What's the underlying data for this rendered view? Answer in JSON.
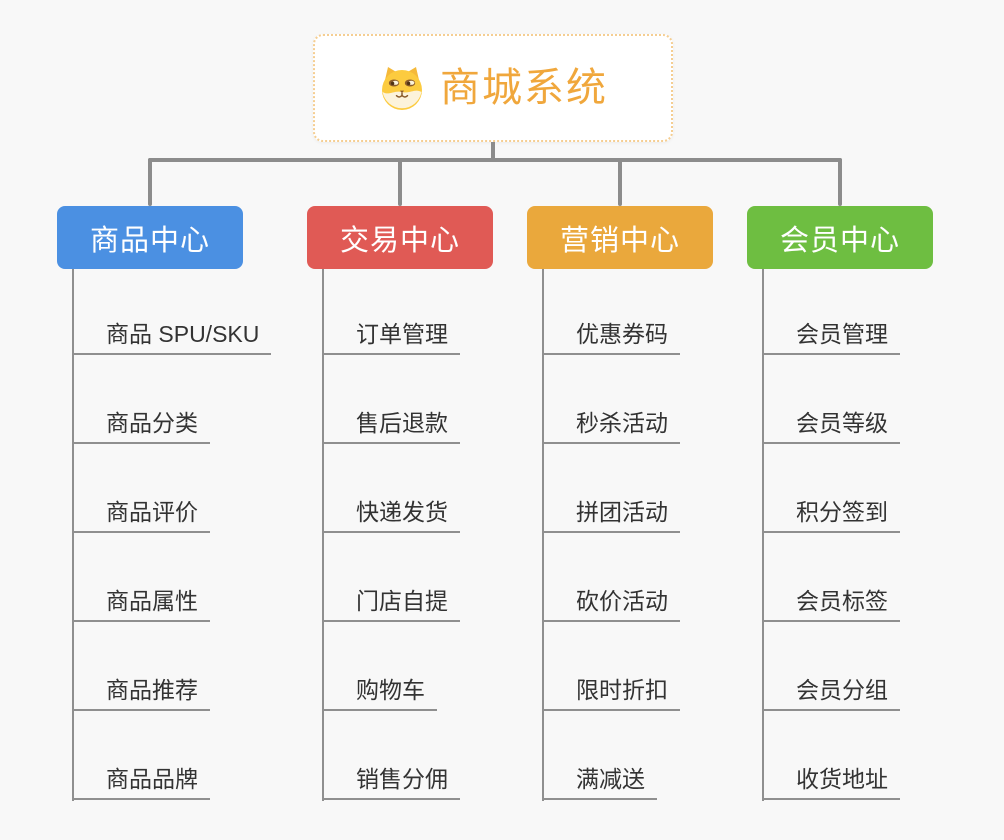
{
  "page": {
    "background_color": "#f8f8f8",
    "connector_color": "#8c8c8c",
    "leaf_line_color": "#8f8f8f",
    "leaf_text_color": "#333333"
  },
  "root": {
    "label": "商城系统",
    "icon": "dog-icon",
    "text_color": "#f0a73c",
    "border_color": "#f5ce92",
    "background": "#ffffff"
  },
  "branches": [
    {
      "label": "商品中心",
      "color": "#4b90e2",
      "children": [
        "商品 SPU/SKU",
        "商品分类",
        "商品评价",
        "商品属性",
        "商品推荐",
        "商品品牌"
      ]
    },
    {
      "label": "交易中心",
      "color": "#e05a55",
      "children": [
        "订单管理",
        "售后退款",
        "快递发货",
        "门店自提",
        "购物车",
        "销售分佣"
      ]
    },
    {
      "label": "营销中心",
      "color": "#eaa83c",
      "children": [
        "优惠券码",
        "秒杀活动",
        "拼团活动",
        "砍价活动",
        "限时折扣",
        "满减送"
      ]
    },
    {
      "label": "会员中心",
      "color": "#6ebe41",
      "children": [
        "会员管理",
        "会员等级",
        "积分签到",
        "会员标签",
        "会员分组",
        "收货地址"
      ]
    }
  ]
}
